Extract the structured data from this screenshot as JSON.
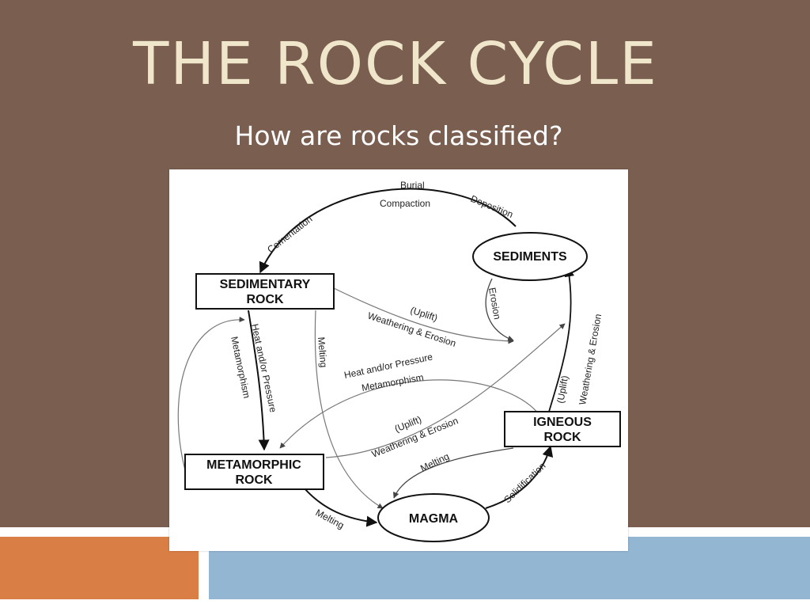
{
  "slide": {
    "title": "THE ROCK CYCLE",
    "subtitle": "How are rocks classified?"
  },
  "diagram": {
    "nodes": {
      "sediments": "SEDIMENTS",
      "sedimentary_line1": "SEDIMENTARY",
      "sedimentary_line2": "ROCK",
      "metamorphic_line1": "METAMORPHIC",
      "metamorphic_line2": "ROCK",
      "igneous_line1": "IGNEOUS",
      "igneous_line2": "ROCK",
      "magma": "MAGMA"
    },
    "edges": {
      "burial_line1": "Burial",
      "burial_line2": "Compaction",
      "deposition": "Deposition",
      "cementation": "Cementation",
      "erosion": "Erosion",
      "uplift_1": "(Uplift)",
      "weathering_erosion_1": "Weathering & Erosion",
      "melting_sedimentary": "Melting",
      "heat_pressure_sedimentary": "Heat and/or Pressure",
      "metamorphism_sedimentary": "Metamorphism",
      "heat_pressure_igneous": "Heat and/or Pressure",
      "metamorphism_igneous": "Metamorphism",
      "uplift_2": "(Uplift)",
      "weathering_erosion_2": "Weathering & Erosion",
      "uplift_igneous": "(Uplift)",
      "weathering_erosion_igneous": "Weathering & Erosion",
      "melting_igneous": "Melting",
      "melting_metamorphic": "Melting",
      "solidification": "Solidification"
    }
  },
  "colors": {
    "band": "#7a5f50",
    "title": "#f0e6cc",
    "orange": "#d97f45",
    "blue": "#93b6d3"
  }
}
